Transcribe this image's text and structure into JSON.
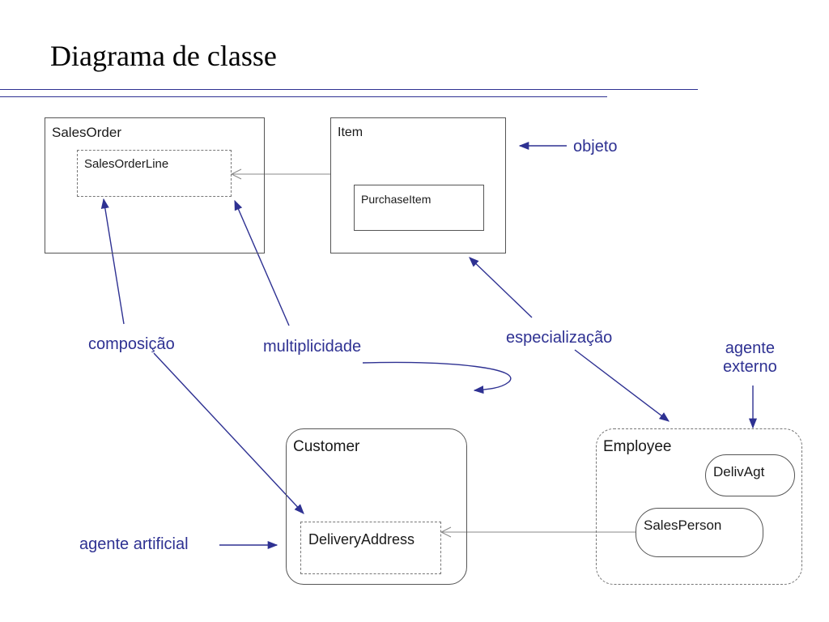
{
  "title": "Diagrama de classe",
  "colors": {
    "annotation": "#2e3192",
    "rule": "#2e3192",
    "box_border": "#555555"
  },
  "classes": {
    "sales_order": "SalesOrder",
    "sales_order_line": "SalesOrderLine",
    "item": "Item",
    "purchase_item": "PurchaseItem",
    "customer": "Customer",
    "delivery_address": "DeliveryAddress",
    "employee": "Employee",
    "deliv_agt": "DelivAgt",
    "sales_person": "SalesPerson"
  },
  "annotations": {
    "objeto": "objeto",
    "composicao": "composição",
    "multiplicidade": "multiplicidade",
    "especializacao": "especialização",
    "agente_externo_line1": "agente",
    "agente_externo_line2": "externo",
    "agente_artificial": "agente artificial"
  }
}
